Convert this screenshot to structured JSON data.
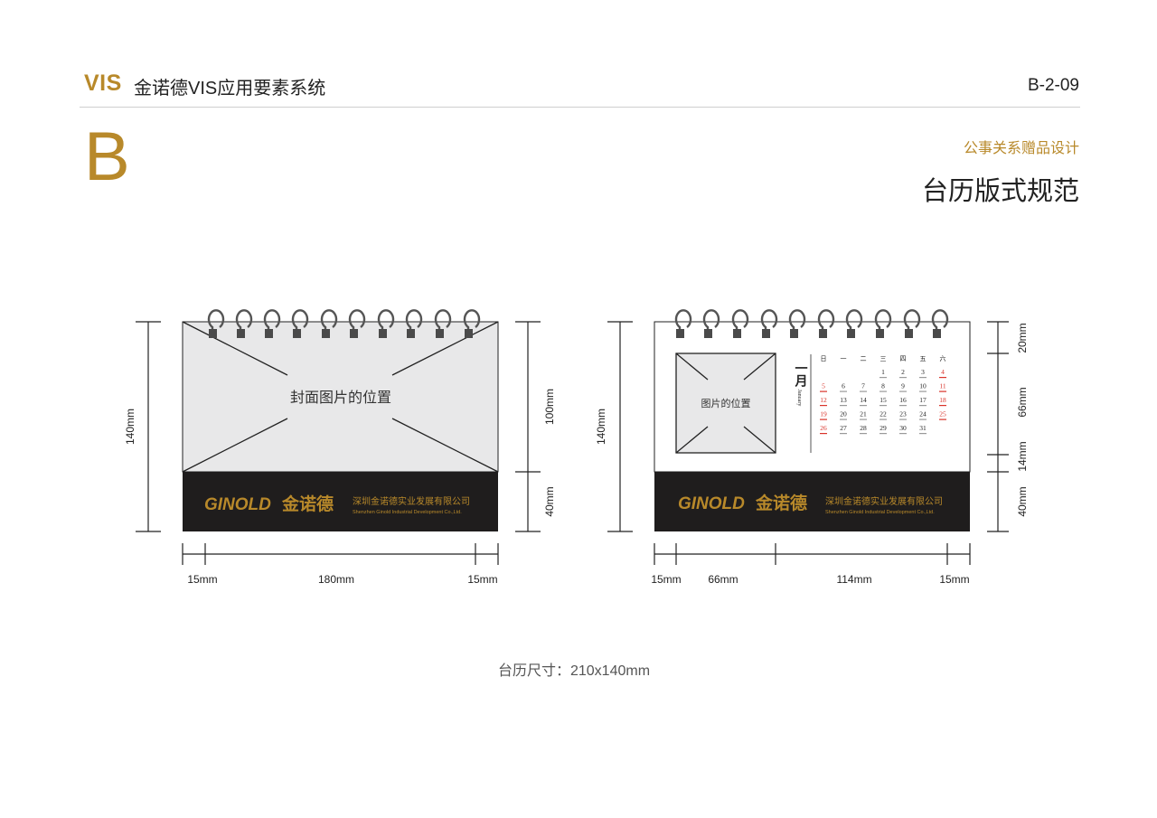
{
  "header": {
    "vis_label": "VIS",
    "title": "金诺德VIS应用要素系统",
    "page_code": "B-2-09"
  },
  "section": {
    "letter": "B",
    "subtitle": "公事关系赠品设计",
    "title": "台历版式规范"
  },
  "left_calendar": {
    "cover_placeholder": "封面图片的位置",
    "height_label": "140mm",
    "top_label": "100mm",
    "bottom_label": "40mm",
    "widths": [
      "15mm",
      "180mm",
      "15mm"
    ]
  },
  "right_calendar": {
    "photo_placeholder": "图片的位置",
    "height_label": "140mm",
    "segment_labels": [
      "20mm",
      "66mm",
      "14mm",
      "40mm"
    ],
    "widths": [
      "15mm",
      "66mm",
      "114mm",
      "15mm"
    ],
    "month_cn": "一月",
    "month_en": "January",
    "weekdays": [
      "日",
      "一",
      "二",
      "三",
      "四",
      "五",
      "六"
    ],
    "rows": [
      [
        "",
        "",
        "",
        "1",
        "2",
        "3",
        "4"
      ],
      [
        "5",
        "6",
        "7",
        "8",
        "9",
        "10",
        "11"
      ],
      [
        "12",
        "13",
        "14",
        "15",
        "16",
        "17",
        "18"
      ],
      [
        "19",
        "20",
        "21",
        "22",
        "23",
        "24",
        "25"
      ],
      [
        "26",
        "27",
        "28",
        "29",
        "30",
        "31",
        ""
      ]
    ]
  },
  "brand": {
    "logo_latin": "GINOLD",
    "logo_cn": "金诺德",
    "company_cn": "深圳金诺德实业发展有限公司",
    "company_en": "Shenzhen Ginold Industrial Development Co.,Ltd."
  },
  "caption": "台历尺寸：210x140mm",
  "colors": {
    "gold": "#b8892a",
    "footer_black": "#1f1d1d",
    "cover_gray": "#e8e8e9",
    "ring_gray": "#555555",
    "sunday_red": "#d9342b"
  }
}
